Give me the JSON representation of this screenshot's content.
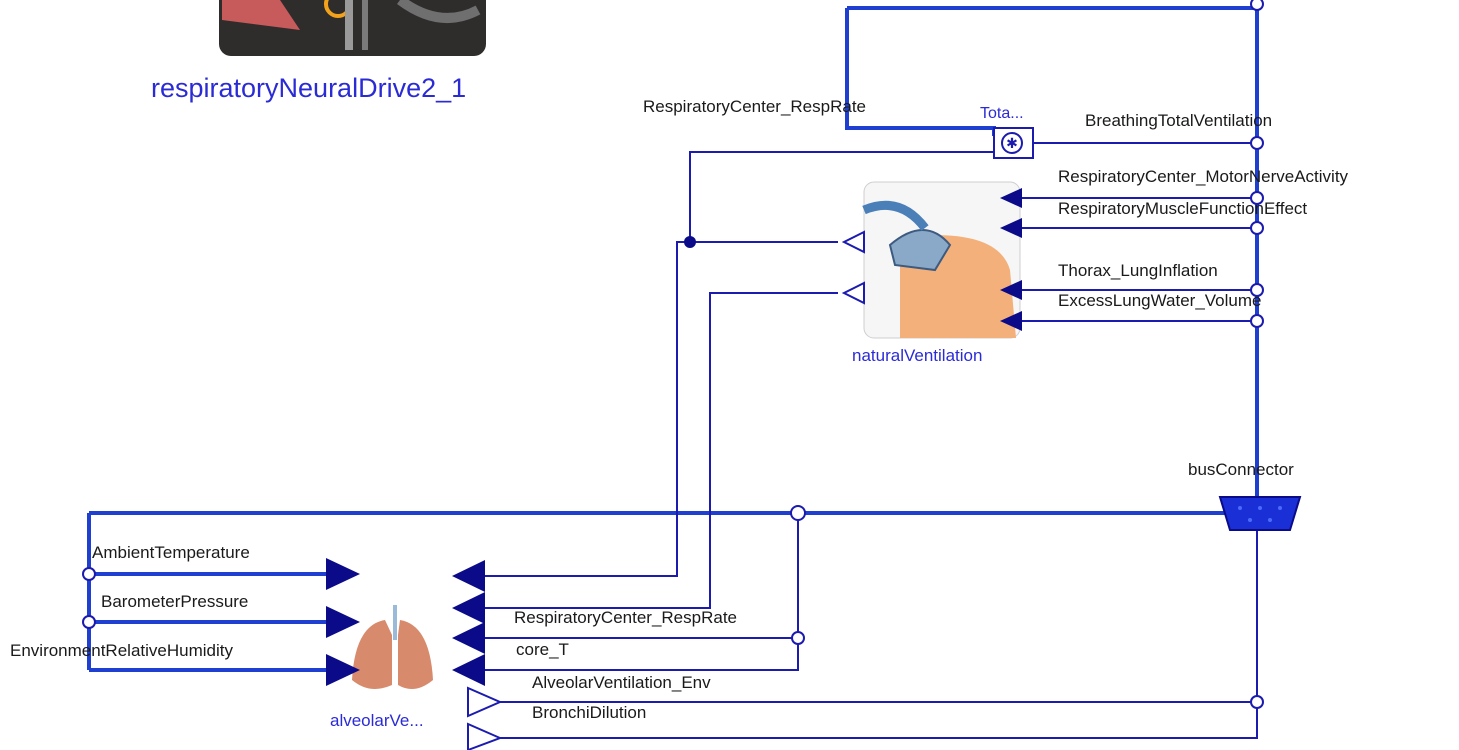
{
  "components": {
    "neural_drive": "respiratoryNeuralDrive2_1",
    "natural_ventilation": "naturalVentilation",
    "alveolar": "alveolarVe...",
    "total_block": "Tota...",
    "bus": "busConnector"
  },
  "signals": {
    "top_resp_rate": "RespiratoryCenter_RespRate",
    "breathing_total": "BreathingTotalVentilation",
    "motor_nerve": "RespiratoryCenter_MotorNerveActivity",
    "muscle_function": "RespiratoryMuscleFunctionEffect",
    "thorax": "Thorax_LungInflation",
    "lung_water": "ExcessLungWater_Volume",
    "ambient_temp": "AmbientTemperature",
    "barometer": "BarometerPressure",
    "humidity": "EnvironmentRelativeHumidity",
    "bottom_resp_rate": "RespiratoryCenter_RespRate",
    "core_t": "core_T",
    "alveolar_env": "AlveolarVentilation_Env",
    "bronchi": "BronchiDilution"
  },
  "colors": {
    "wire": "#1b1bb0",
    "bus_wire": "#1f3fd0",
    "port": "#0b0b8a",
    "component_label": "#2b2bd6"
  }
}
